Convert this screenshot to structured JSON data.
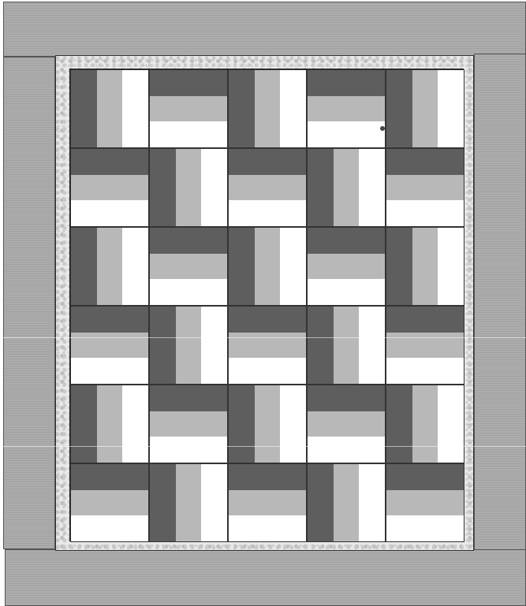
{
  "quilt": {
    "columns": 5,
    "rows": 6,
    "pattern": [
      [
        "vertical",
        "horizontal",
        "vertical",
        "horizontal",
        "vertical"
      ],
      [
        "horizontal",
        "vertical",
        "horizontal",
        "vertical",
        "horizontal"
      ],
      [
        "vertical",
        "horizontal",
        "vertical",
        "horizontal",
        "vertical"
      ],
      [
        "horizontal",
        "vertical",
        "horizontal",
        "vertical",
        "horizontal"
      ],
      [
        "vertical",
        "horizontal",
        "vertical",
        "horizontal",
        "vertical"
      ],
      [
        "horizontal",
        "vertical",
        "horizontal",
        "vertical",
        "horizontal"
      ]
    ],
    "colors": {
      "outer_border": "#a9a9a9",
      "floral_frame": "#e9e9e9",
      "stripe_dark": "#5e5e5e",
      "stripe_mid": "#b8b8b8",
      "stripe_light": "#ffffff"
    }
  }
}
